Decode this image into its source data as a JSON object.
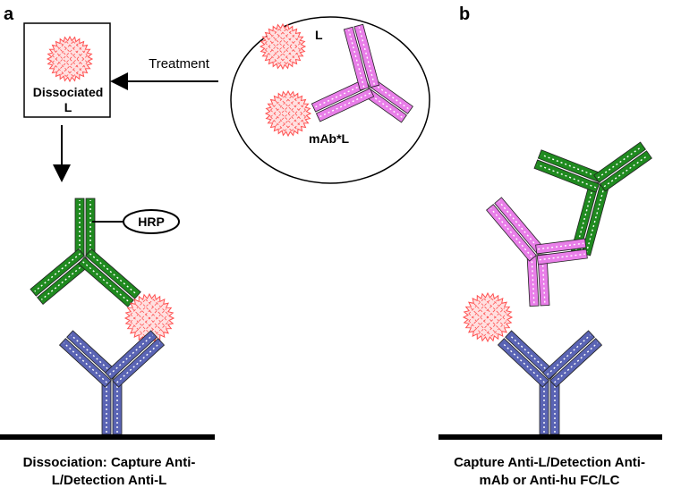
{
  "panel_a": {
    "letter": "a",
    "treatment_label": "Treatment",
    "box_label_line1": "Dissociated",
    "box_label_line2": "L",
    "circle_ligand_label": "L",
    "circle_complex_label": "mAb*L",
    "hrp_label": "HRP",
    "caption_line1": "Dissociation: Capture Anti-",
    "caption_line2": "L/Detection Anti-L"
  },
  "panel_b": {
    "letter": "b",
    "caption_line1": "Capture Anti-L/Detection Anti-",
    "caption_line2": "mAb or Anti-hu FC/LC"
  },
  "colors": {
    "ligand": "#ff5050",
    "ligand_fill": "#ffe0e0",
    "mab": "#e87ee8",
    "detection_antibody": "#1f8a1f",
    "capture_antibody": "#5a64b4",
    "surface": "#000000"
  }
}
